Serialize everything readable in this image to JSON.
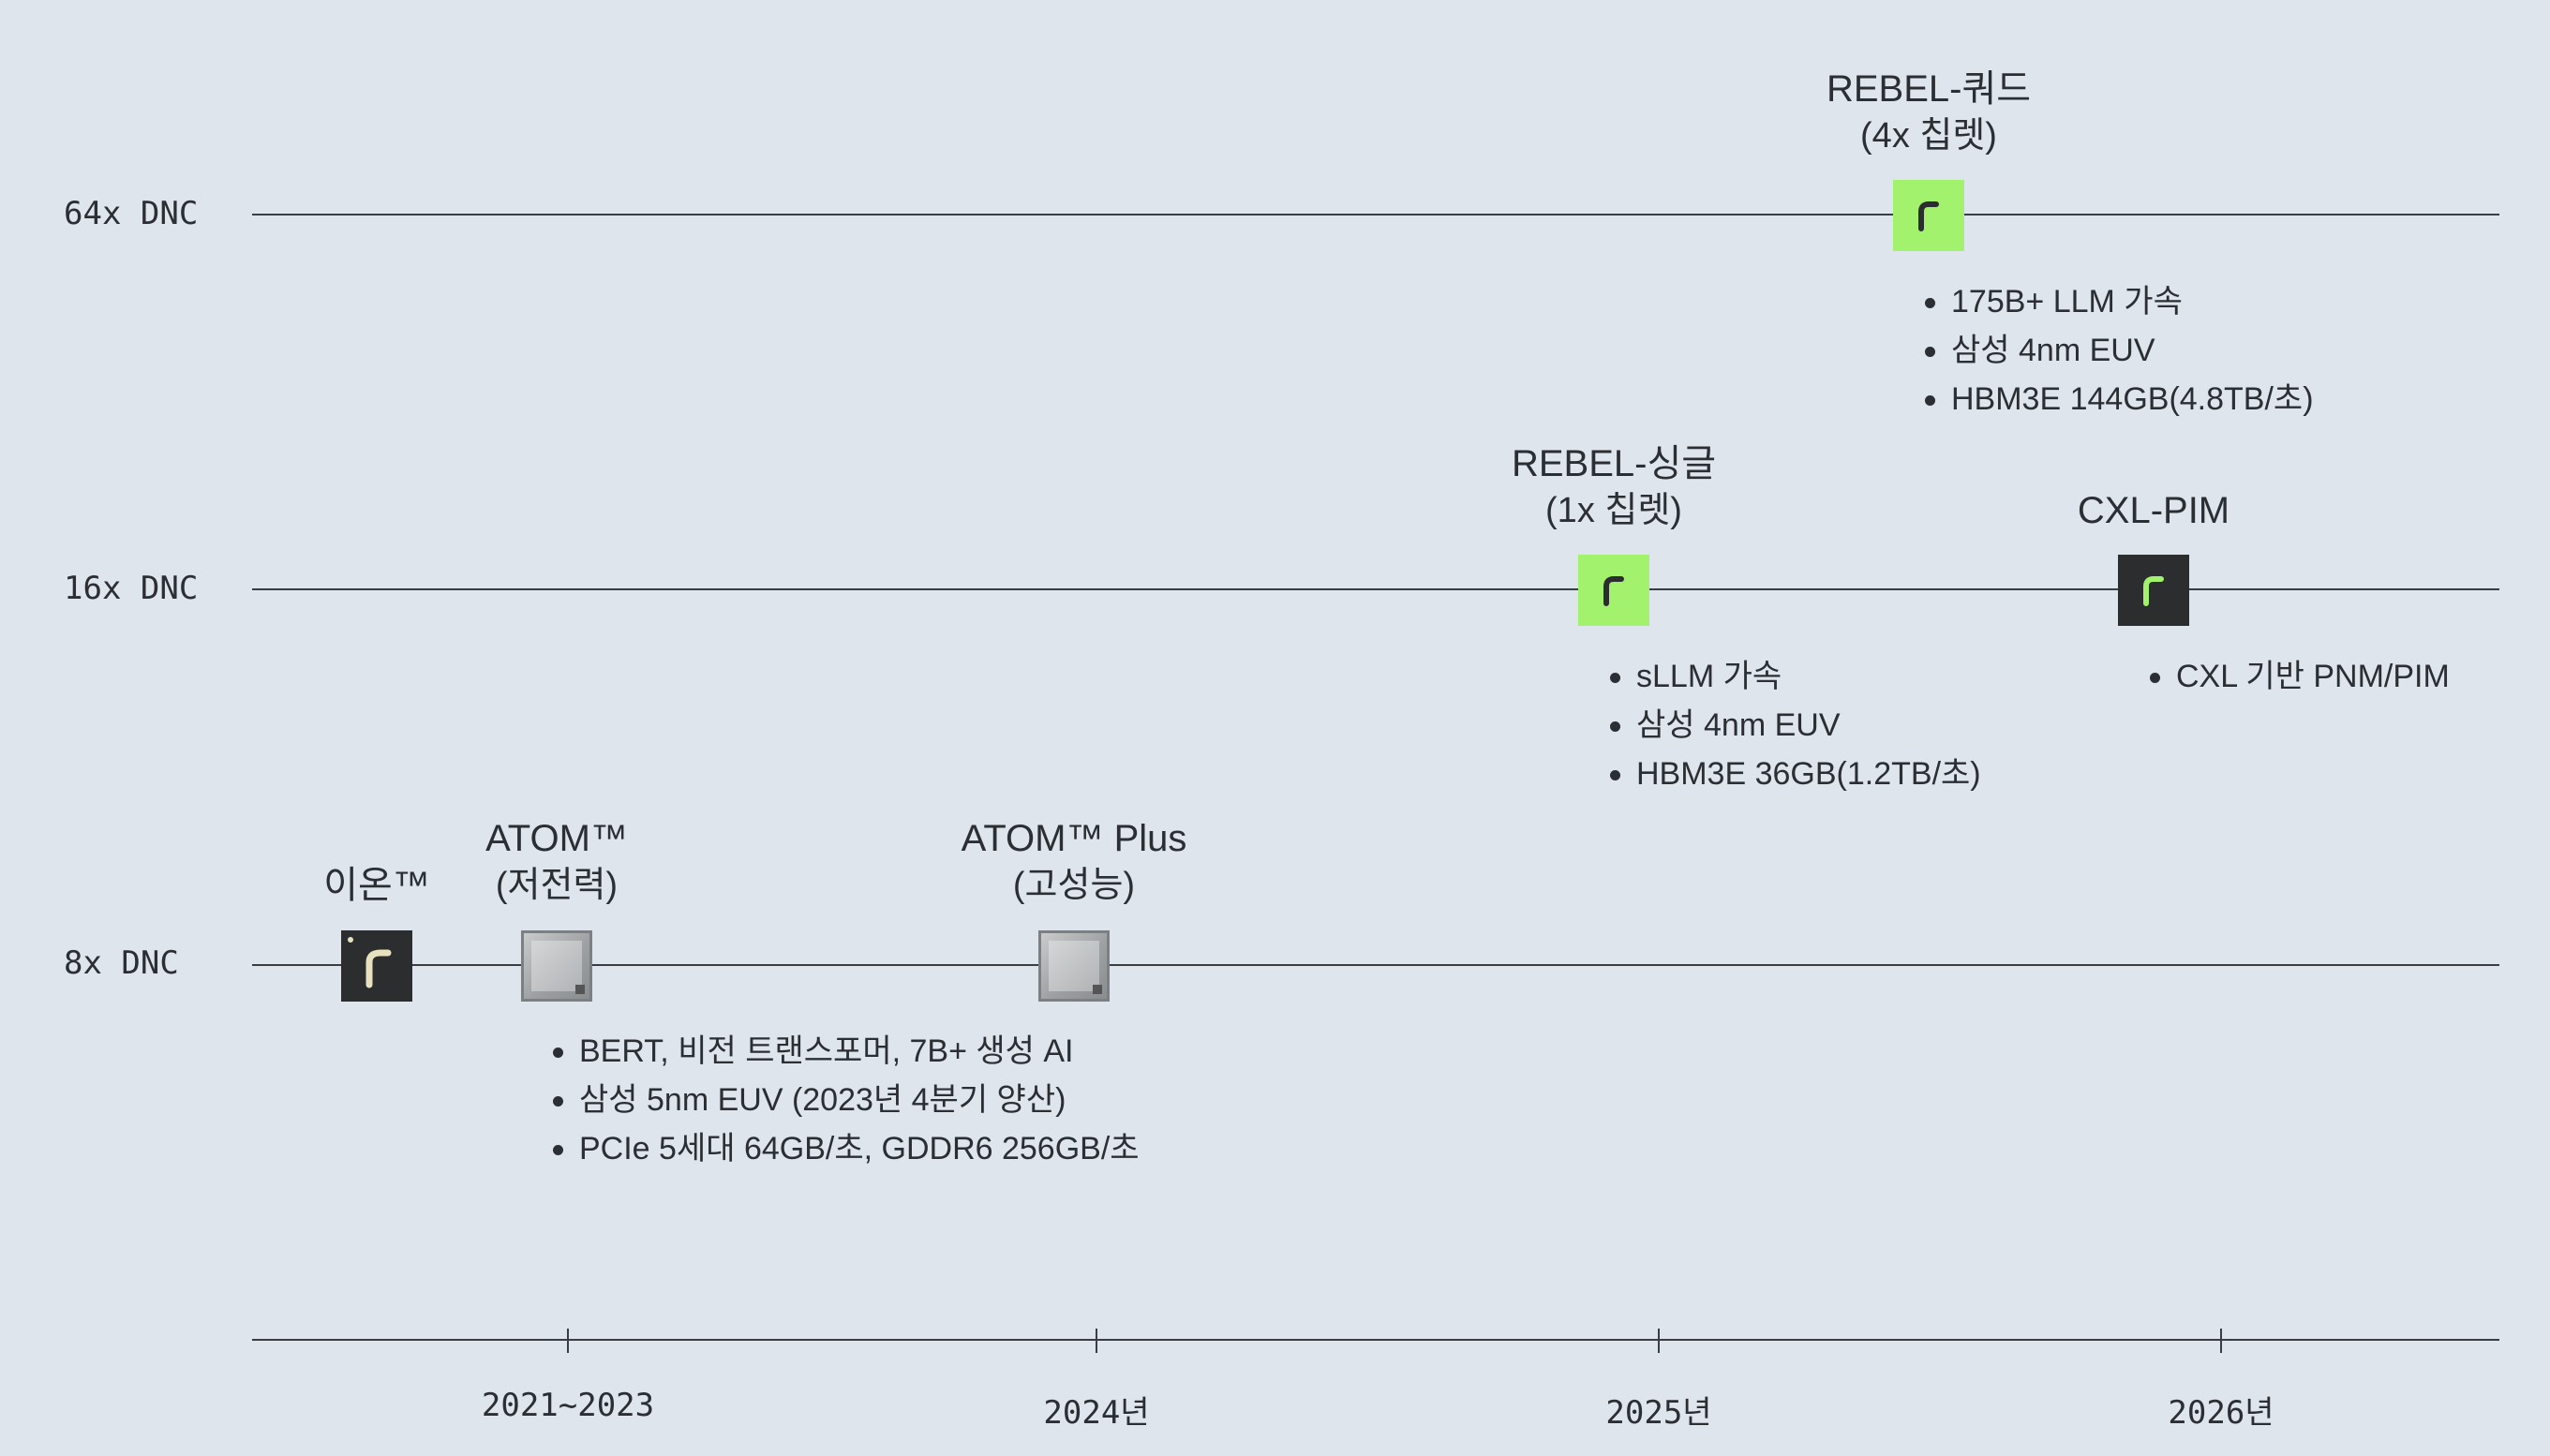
{
  "tiers": {
    "t64": "64x DNC",
    "t16": "16x DNC",
    "t8": "8x DNC"
  },
  "years": [
    "2021~2023",
    "2024년",
    "2025년",
    "2026년"
  ],
  "products": {
    "rebel_quad": {
      "title": "REBEL-쿼드",
      "subtitle": "(4x 칩렛)",
      "bullets": [
        "175B+ LLM 가속",
        "삼성 4nm EUV",
        "HBM3E 144GB(4.8TB/초)"
      ]
    },
    "rebel_single": {
      "title": "REBEL-싱글",
      "subtitle": "(1x 칩렛)",
      "bullets": [
        "sLLM 가속",
        "삼성 4nm EUV",
        "HBM3E 36GB(1.2TB/초)"
      ]
    },
    "cxl_pim": {
      "title": "CXL-PIM",
      "bullets": [
        "CXL 기반 PNM/PIM"
      ]
    },
    "ion": {
      "title": "이온™"
    },
    "atom": {
      "title": "ATOM™",
      "subtitle": "(저전력)",
      "bullets": [
        "BERT, 비전 트랜스포머, 7B+ 생성 AI",
        "삼성 5nm EUV (2023년 4분기 양산)",
        "PCIe 5세대 64GB/초, GDDR6 256GB/초"
      ]
    },
    "atom_plus": {
      "title": "ATOM™ Plus",
      "subtitle": "(고성능)"
    }
  },
  "colors": {
    "background": "#dfe5ec",
    "chip_green": "#a2f26e",
    "chip_dark": "#2b2d2f",
    "line": "#3a3d42"
  }
}
